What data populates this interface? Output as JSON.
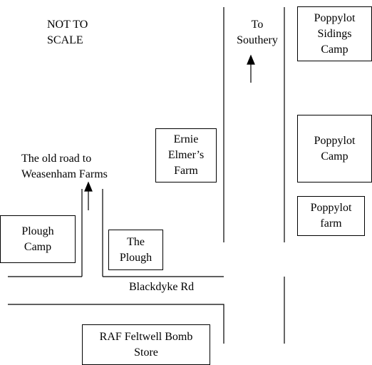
{
  "map": {
    "scale_note": "NOT TO\nSCALE",
    "to_southery": "To\nSouthery",
    "old_road_label": "The old road to\nWeasenham Farms",
    "road_name": "Blackdyke Rd",
    "places": {
      "poppylot_sidings_camp": "Poppylot\nSidings\nCamp",
      "poppylot_camp": "Poppylot\nCamp",
      "poppylot_farm": "Poppylot\nfarm",
      "ernie_elmers_farm": "Ernie\nElmer’s\nFarm",
      "plough_camp": "Plough\nCamp",
      "the_plough": "The\nPlough",
      "raf_bomb_store": "RAF Feltwell Bomb\nStore"
    }
  }
}
